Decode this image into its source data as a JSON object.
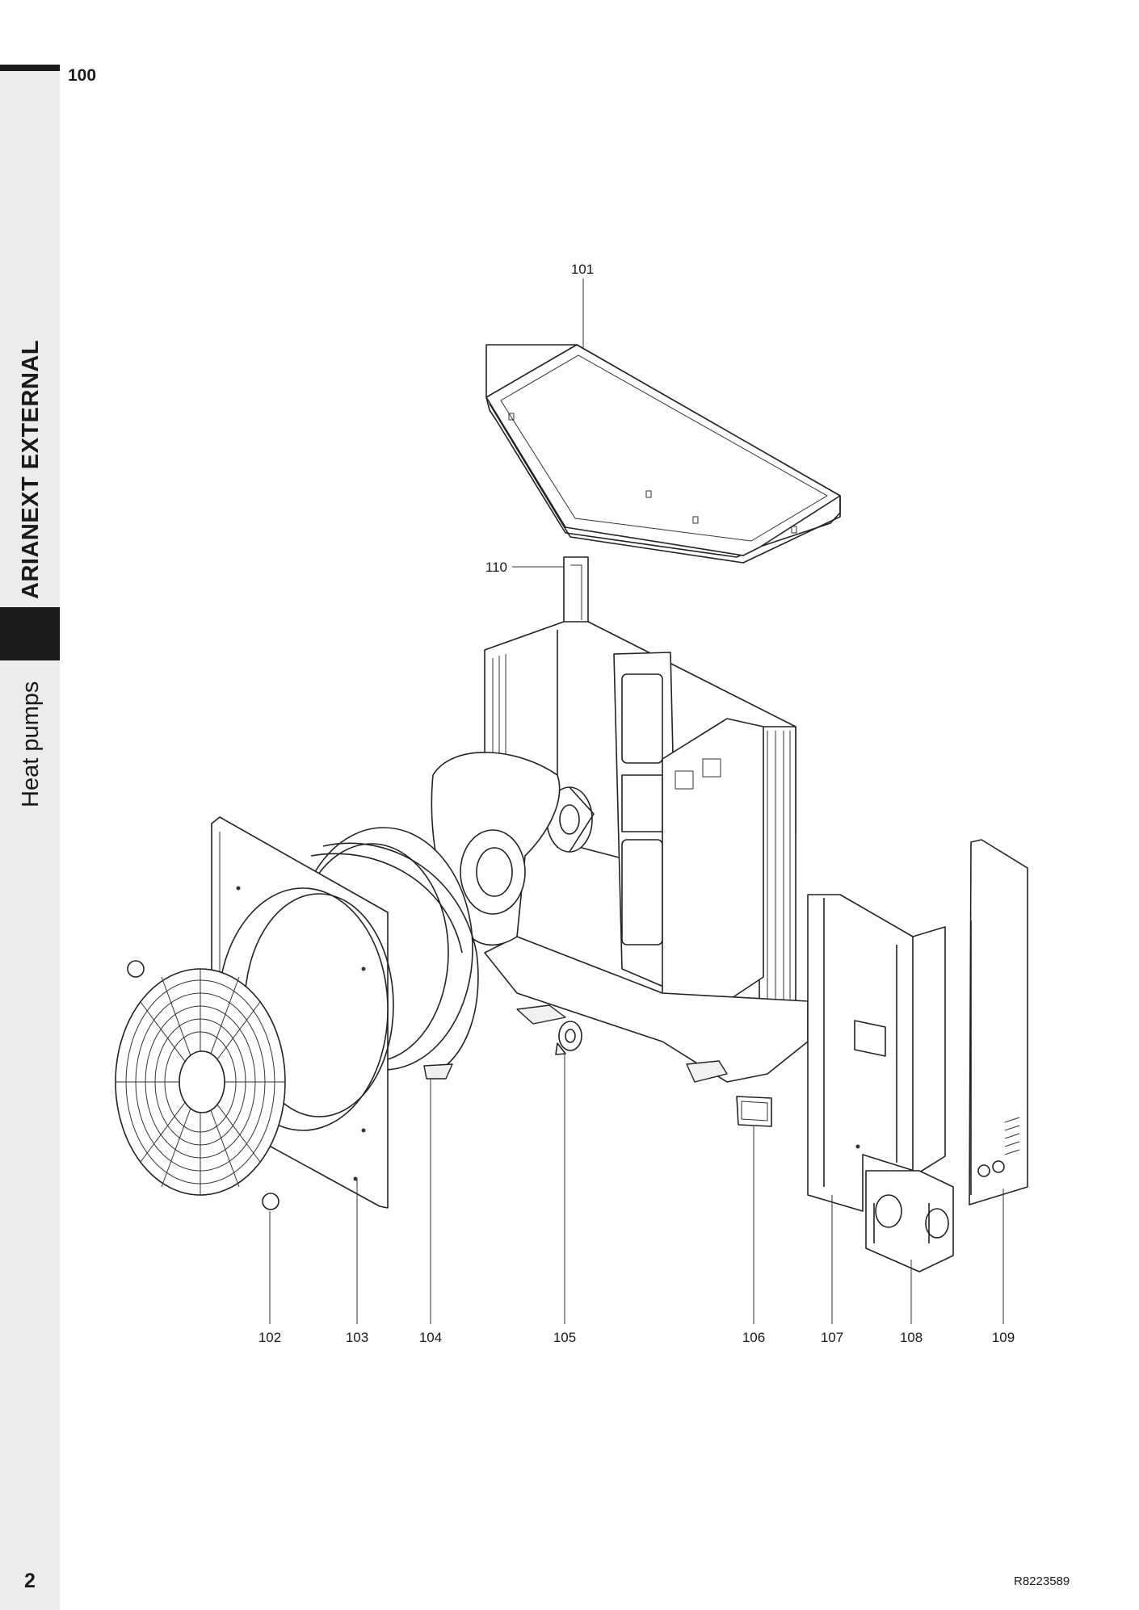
{
  "header": {
    "page_code": "100"
  },
  "sidebar": {
    "section_title": "ARIANEXT EXTERNAL",
    "section_subtitle": "Heat pumps"
  },
  "footer": {
    "page_number": "2",
    "doc_ref": "R8223589"
  },
  "callouts": {
    "c101": "101",
    "c102": "102",
    "c103": "103",
    "c104": "104",
    "c105": "105",
    "c106": "106",
    "c107": "107",
    "c108": "108",
    "c109": "109",
    "c110": "110"
  }
}
